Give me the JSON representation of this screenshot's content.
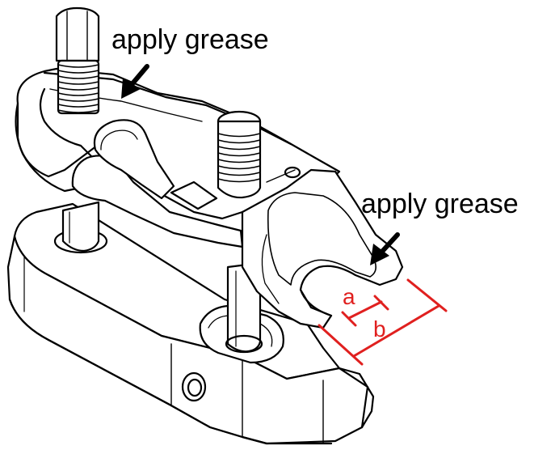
{
  "callouts": {
    "top_label": "apply grease",
    "right_label": "apply grease"
  },
  "dimensions": {
    "a_label": "a",
    "b_label": "b"
  },
  "colors": {
    "line": "#000000",
    "dimension": "#e0201f",
    "background": "#ffffff"
  }
}
